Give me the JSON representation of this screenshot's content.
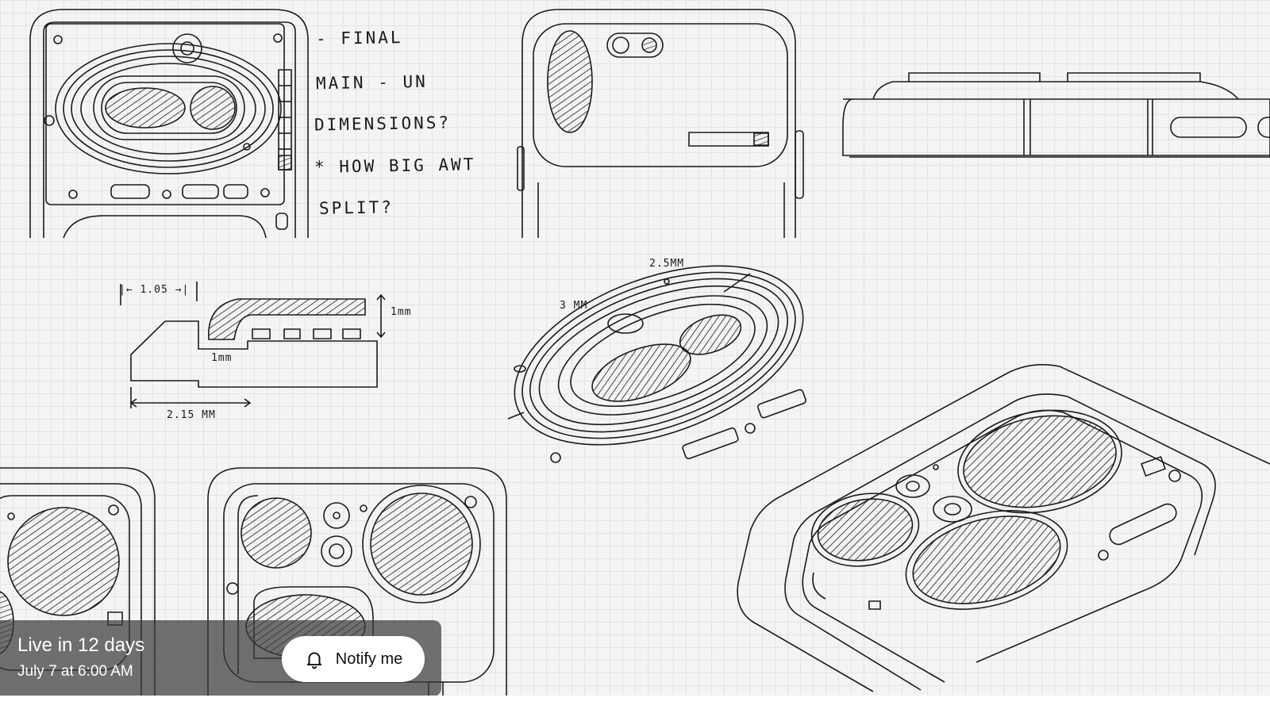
{
  "notes": {
    "line1": "- FINAL",
    "line2": "MAIN - UN",
    "line3": "DIMENSIONS?",
    "line4": "* HOW BIG AWT",
    "line5": "SPLIT?"
  },
  "dimensions": {
    "width_top": "|← 1.05 →|",
    "height_right": "1mm",
    "inner": "1mm",
    "width_bottom": "2.15 MM",
    "iso_top": "2.5MM",
    "iso_left": "3 MM"
  },
  "live_banner": {
    "title": "Live in 12 days",
    "subtitle": "July 7 at 6:00 AM",
    "notify_label": "Notify me"
  },
  "icons": {
    "notify": "bell-icon"
  }
}
